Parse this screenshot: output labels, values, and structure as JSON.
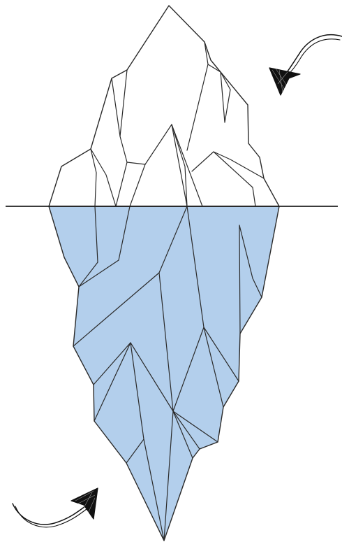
{
  "diagram": {
    "colors": {
      "background": "#ffffff",
      "line": "#1f1f1f",
      "above_water_fill": "#ffffff",
      "below_water_fill": "#b3cfec",
      "arrow": "#111111"
    },
    "parts": {
      "above_water": "iceberg-tip",
      "below_water": "iceberg-base",
      "separator": "waterline"
    },
    "icons": {
      "top_right": "curved-arrow-icon",
      "bottom_left": "curved-arrow-icon"
    }
  }
}
